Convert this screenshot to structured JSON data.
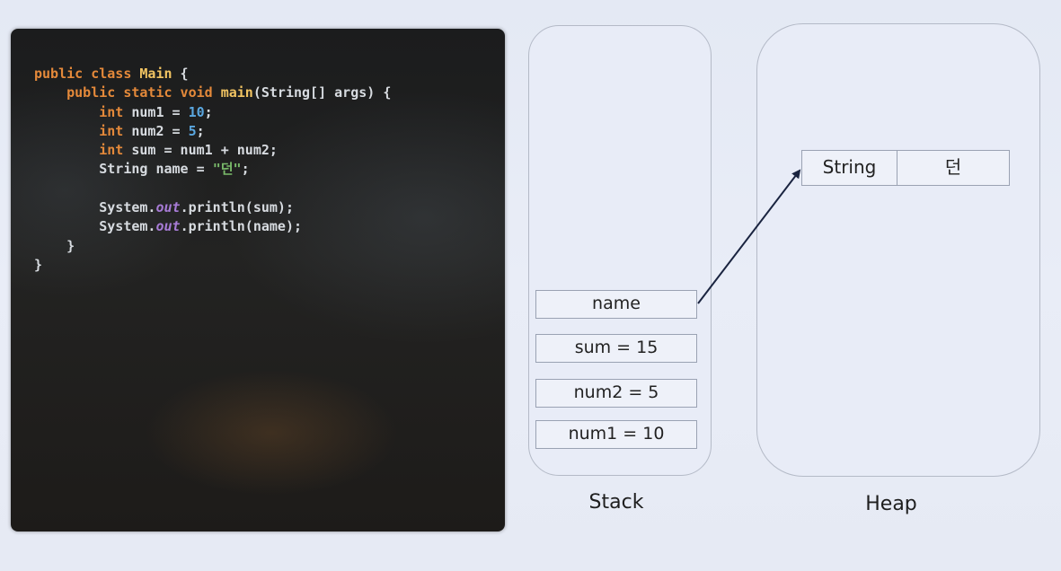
{
  "code": {
    "line1": {
      "kw": "public class",
      "name": "Main",
      "tail": " {"
    },
    "line2": {
      "kw": "public static void",
      "fn": "main",
      "tail": "(String[] args) {"
    },
    "line3": {
      "type": "int",
      "lhs": " num1 = ",
      "num": "10",
      "tail": ";"
    },
    "line4": {
      "type": "int",
      "lhs": " num2 = ",
      "num": "5",
      "tail": ";"
    },
    "line5": {
      "type": "int",
      "rest": " sum = num1 + num2;"
    },
    "line6": {
      "head": "String name = ",
      "str": "\"던\"",
      "tail": ";"
    },
    "line7": {
      "head": "System.",
      "field": "out",
      "tail": ".println(sum);"
    },
    "line8": {
      "head": "System.",
      "field": "out",
      "tail": ".println(name);"
    },
    "close1": "}",
    "close2": "}"
  },
  "stack": {
    "label": "Stack",
    "frames": [
      "name",
      "sum = 15",
      "num2 = 5",
      "num1 = 10"
    ]
  },
  "heap": {
    "label": "Heap",
    "object": {
      "type": "String",
      "value": "던"
    }
  },
  "colors": {
    "keyword": "#e4893a",
    "method": "#f2c462",
    "number": "#5aa7e0",
    "string": "#79b96a",
    "field": "#a77bd6",
    "arrow": "#1a2440"
  }
}
